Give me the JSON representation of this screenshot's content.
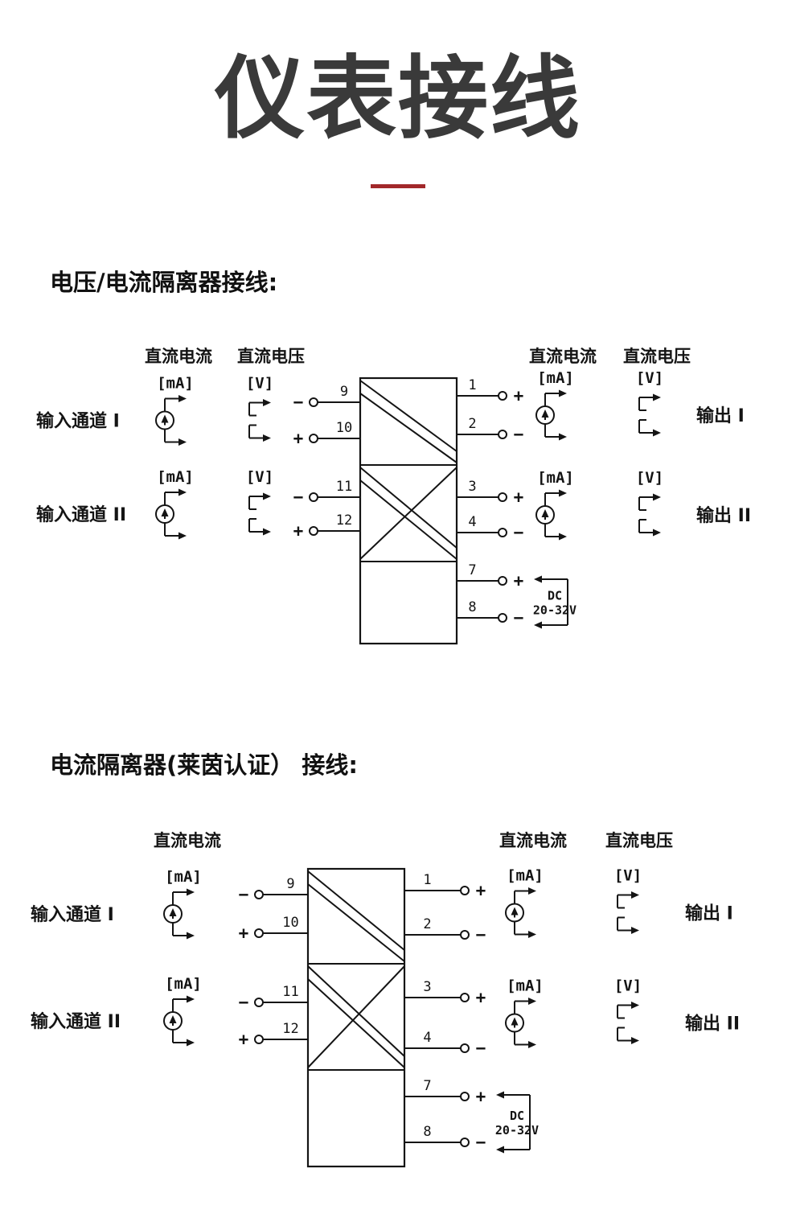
{
  "page": {
    "title": "仪表接线",
    "divider_color": "#a2282a"
  },
  "sections": [
    {
      "heading": "电压/电流隔离器接线:",
      "headers_left": [
        "直流电流",
        "直流电压"
      ],
      "headers_right": [
        "直流电流",
        "直流电压"
      ],
      "unit_ma": "[mA]",
      "unit_v": "[V]",
      "inputs": [
        "输入通道 I",
        "输入通道 II"
      ],
      "outputs": [
        "输出 I",
        "输出 II"
      ],
      "left_terminals": [
        {
          "num": "9",
          "sign": "−"
        },
        {
          "num": "10",
          "sign": "+"
        },
        {
          "num": "11",
          "sign": "−"
        },
        {
          "num": "12",
          "sign": "+"
        }
      ],
      "right_terminals": [
        {
          "num": "1",
          "sign": "+"
        },
        {
          "num": "2",
          "sign": "−"
        },
        {
          "num": "3",
          "sign": "+"
        },
        {
          "num": "4",
          "sign": "−"
        }
      ],
      "power_terminals": [
        {
          "num": "7",
          "sign": "+"
        },
        {
          "num": "8",
          "sign": "−"
        }
      ],
      "power": [
        "DC",
        "20-32V"
      ]
    },
    {
      "heading": "电流隔离器(莱茵认证） 接线:",
      "headers_left": [
        "直流电流"
      ],
      "headers_right": [
        "直流电流",
        "直流电压"
      ],
      "unit_ma": "[mA]",
      "unit_v": "[V]",
      "inputs": [
        "输入通道 I",
        "输入通道 II"
      ],
      "outputs": [
        "输出 I",
        "输出 II"
      ],
      "left_terminals": [
        {
          "num": "9",
          "sign": "−"
        },
        {
          "num": "10",
          "sign": "+"
        },
        {
          "num": "11",
          "sign": "−"
        },
        {
          "num": "12",
          "sign": "+"
        }
      ],
      "right_terminals": [
        {
          "num": "1",
          "sign": "+"
        },
        {
          "num": "2",
          "sign": "−"
        },
        {
          "num": "3",
          "sign": "+"
        },
        {
          "num": "4",
          "sign": "−"
        }
      ],
      "power_terminals": [
        {
          "num": "7",
          "sign": "+"
        },
        {
          "num": "8",
          "sign": "−"
        }
      ],
      "power": [
        "DC",
        "20-32V"
      ]
    }
  ]
}
